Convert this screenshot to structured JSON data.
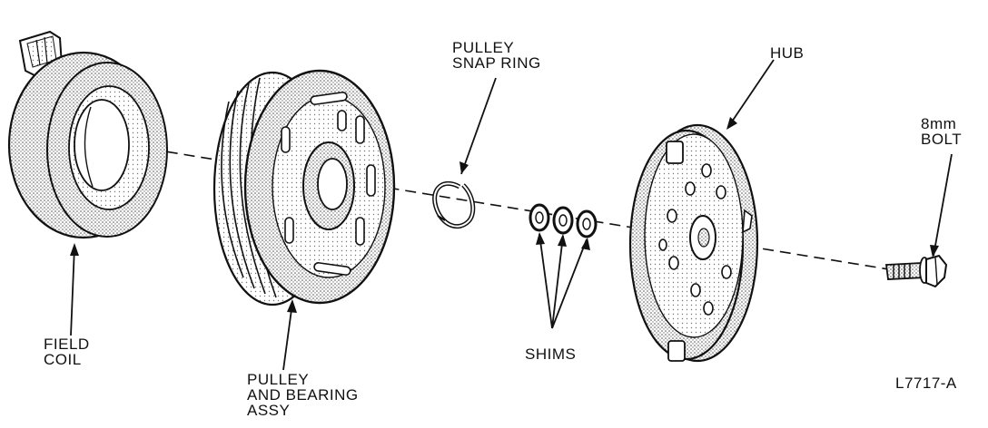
{
  "labels": {
    "field_coil": [
      "FIELD",
      "COIL"
    ],
    "pulley_bearing": [
      "PULLEY",
      "AND BEARING",
      "ASSY"
    ],
    "snap_ring": [
      "PULLEY",
      "SNAP RING"
    ],
    "shims": "SHIMS",
    "hub": "HUB",
    "bolt": [
      "8mm",
      "BOLT"
    ],
    "figure_id": "L7717-A"
  },
  "colors": {
    "ink": "#111111",
    "stipple": "#9a9a9a",
    "background": "#ffffff"
  }
}
